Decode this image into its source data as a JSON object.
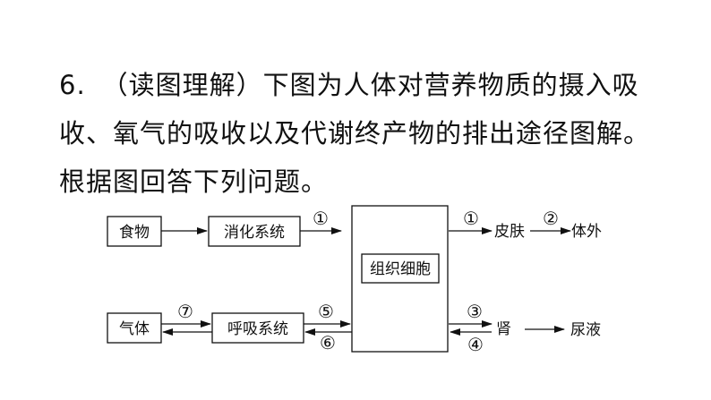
{
  "question": {
    "number": "6.",
    "line1": "（读图理解）下图为人体对营养物质的摄入吸",
    "line2": "收、氧气的吸收以及代谢终产物的排出途径图解。",
    "line3": "根据图回答下列问题。"
  },
  "diagram": {
    "boxes": {
      "food": "食物",
      "digestive": "消化系统",
      "air": "气体",
      "respiratory": "呼吸系统",
      "tissue": "组织细胞"
    },
    "outputs": {
      "skin": "皮肤",
      "outside": "体外",
      "kidney": "肾",
      "urine": "尿液"
    },
    "labels": {
      "arrow_digest_to_tissue": "①",
      "arrow_tissue_to_skin": "①",
      "arrow_skin_to_outside": "②",
      "arrow_tissue_to_kidney": "③",
      "arrow_kidney_to_tissue": "④",
      "arrow_resp_to_tissue": "⑤",
      "arrow_tissue_to_resp": "⑥",
      "arrow_air_to_resp": "⑦"
    }
  }
}
